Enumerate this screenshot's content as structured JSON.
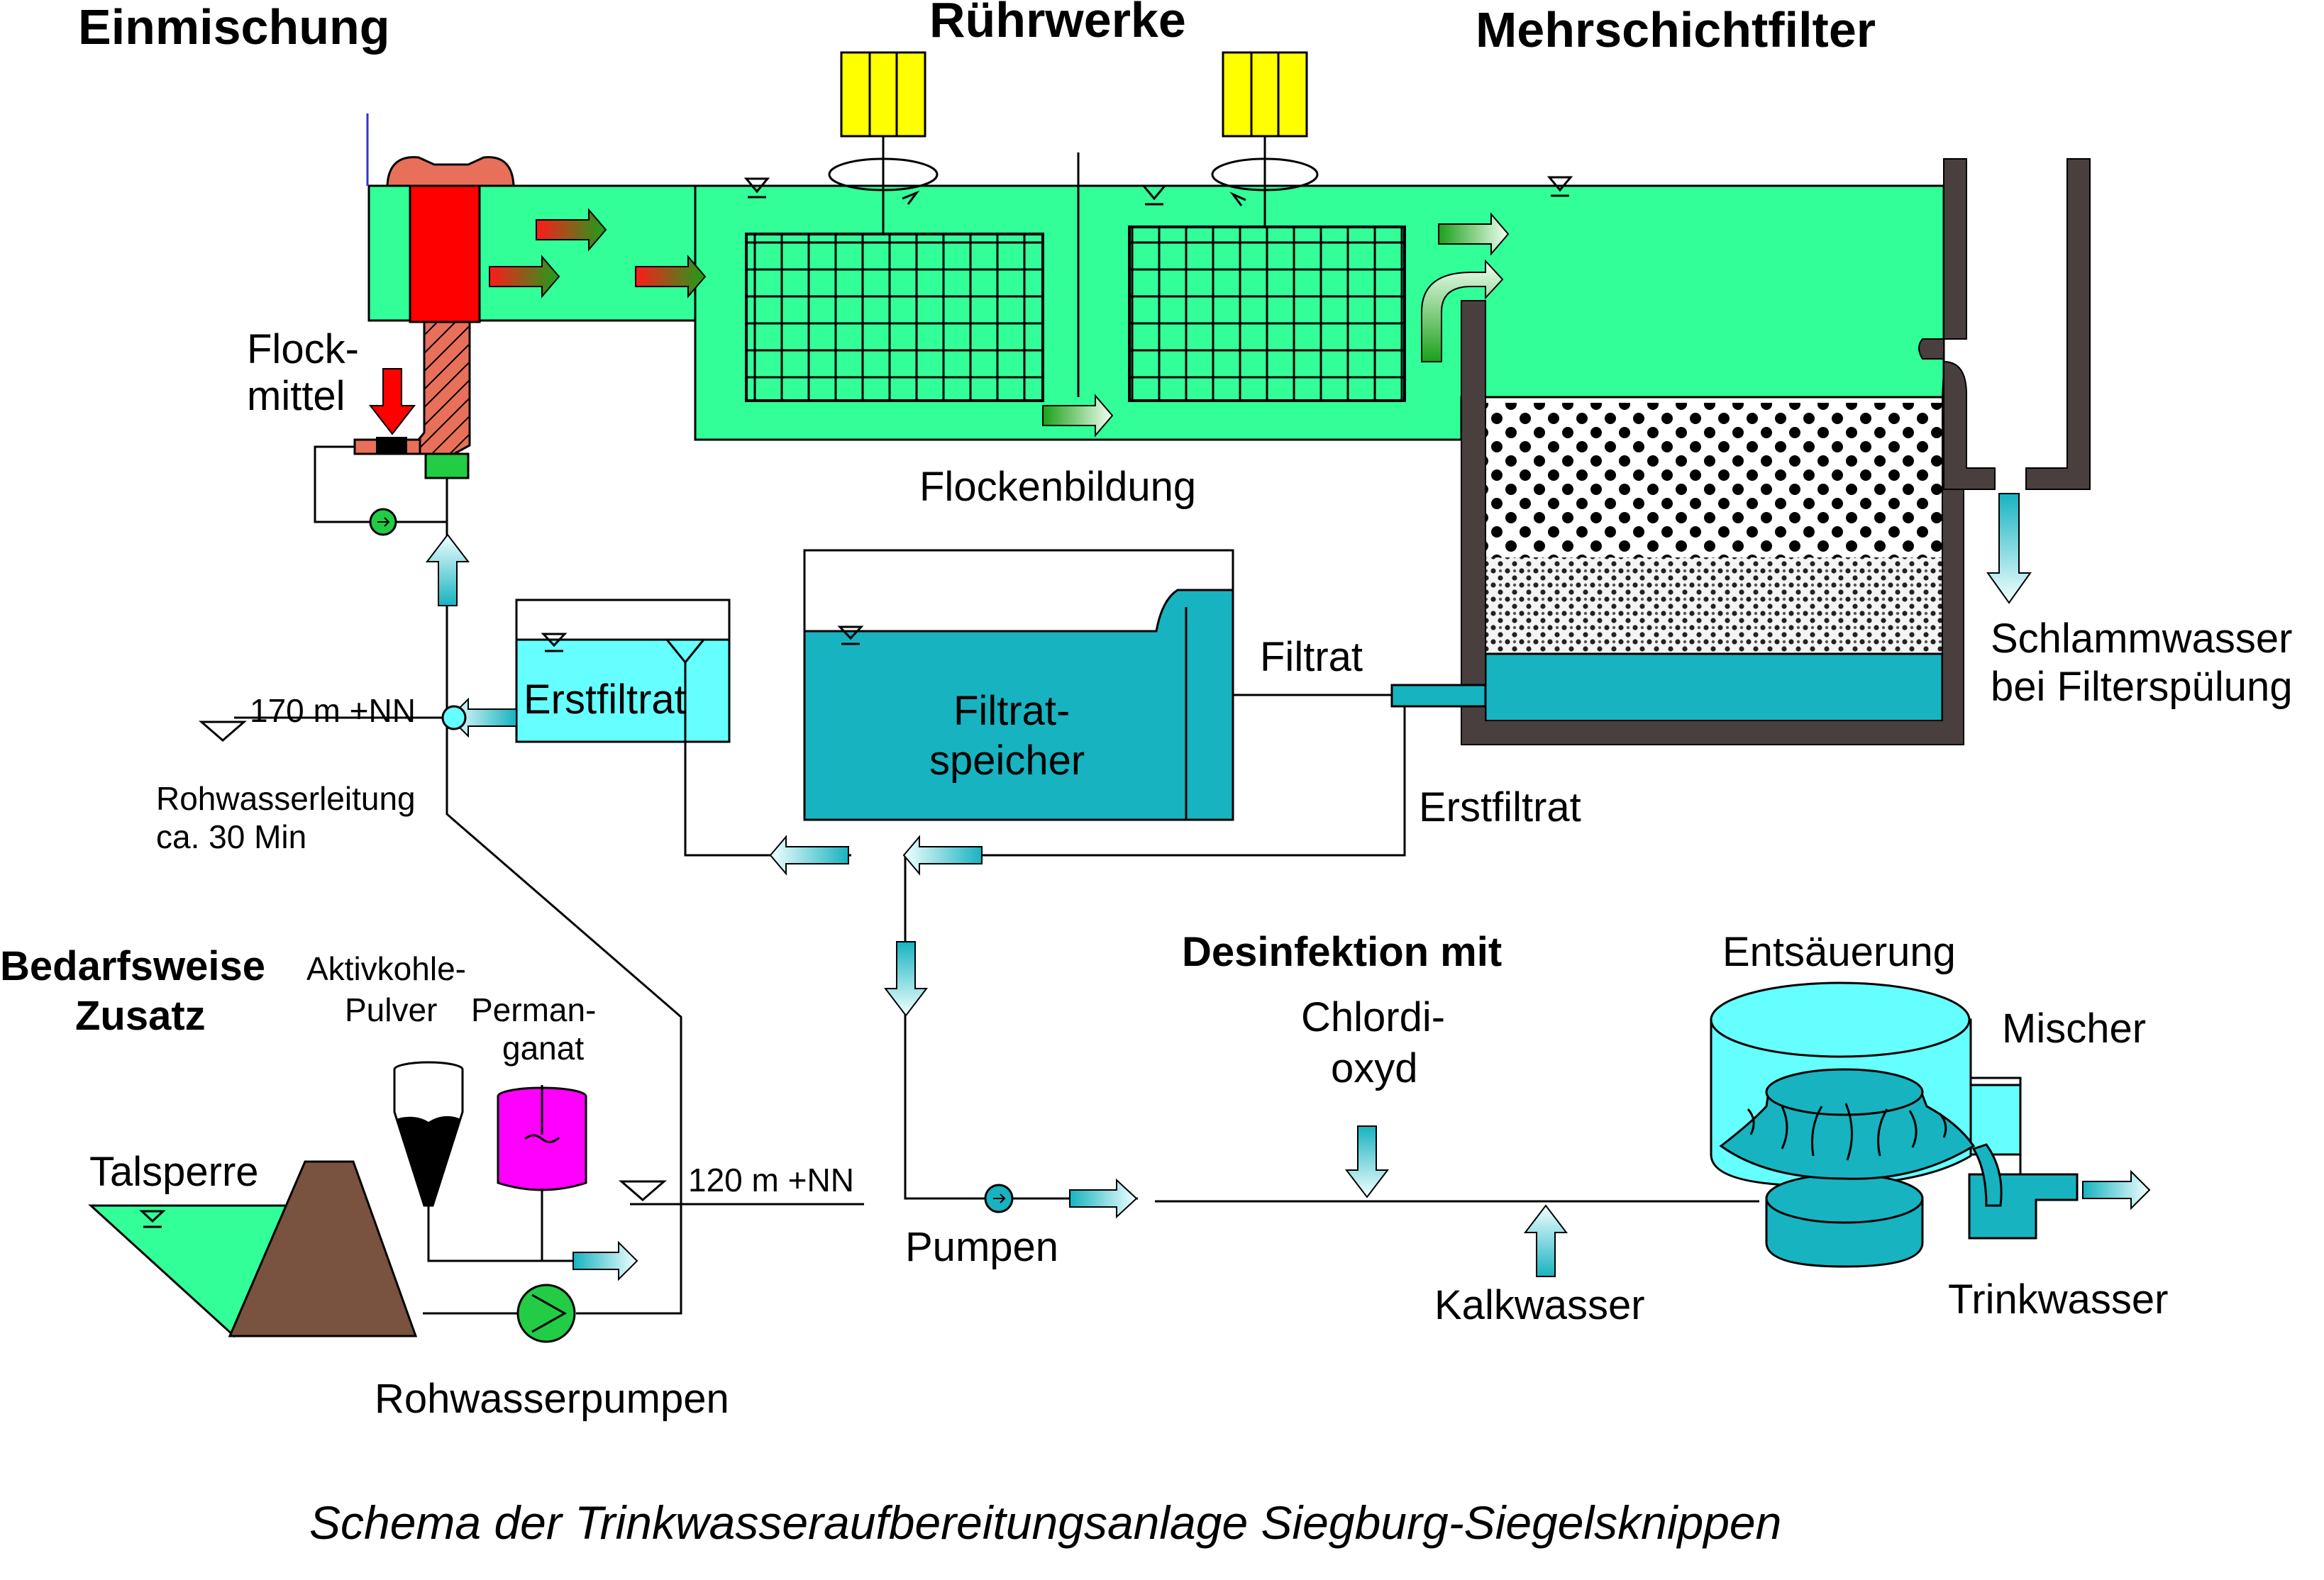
{
  "labels": {
    "einmischung": "Einmischung",
    "ruehrwerke": "Rührwerke",
    "mehrschichtfilter": "Mehrschichtfilter",
    "flockmittel_1": "Flock-",
    "flockmittel_2": "mittel",
    "flockenbildung": "Flockenbildung",
    "filtrat": "Filtrat",
    "schlammwasser_1": "Schlammwasser",
    "schlammwasser_2": "bei Filterspülung",
    "level_170": "170 m +NN",
    "erstfiltrat_tank": "Erstfiltrat",
    "filtratspeicher_1": "Filtrat-",
    "filtratspeicher_2": "speicher",
    "erstfiltrat_line": "Erstfiltrat",
    "rohwasserleitung_1": "Rohwasserleitung",
    "rohwasserleitung_2": "ca. 30 Min",
    "bedarfsweise_1": "Bedarfsweise",
    "bedarfsweise_2": "Zusatz",
    "aktivkohle_1": "Aktivkohle-",
    "aktivkohle_2": "Pulver",
    "permanganat_1": "Perman-",
    "permanganat_2": "ganat",
    "desinfektion": "Desinfektion mit",
    "chlordioxyd_1": "Chlordi-",
    "chlordioxyd_2": "oxyd",
    "entsaeuerung": "Entsäuerung",
    "mischer": "Mischer",
    "talsperre": "Talsperre",
    "level_120": "120 m +NN",
    "pumpen": "Pumpen",
    "kalkwasser": "Kalkwasser",
    "trinkwasser": "Trinkwasser",
    "rohwasserpumpen": "Rohwasserpumpen"
  },
  "caption": "Schema der Trinkwasseraufbereitungsanlage Siegburg-Siegelsknippen",
  "colors": {
    "water_green": "#33ff99",
    "water_teal": "#17b3c0",
    "water_light": "#66ffff",
    "dam_brown": "#7a5240",
    "mixer_red": "#ff0000",
    "mixer_salmon": "#e8705a",
    "motor_yellow": "#ffff00",
    "wall_dark": "#4a3f3f",
    "pump_green": "#22cc44",
    "permanganat_magenta": "#ff00ff"
  }
}
